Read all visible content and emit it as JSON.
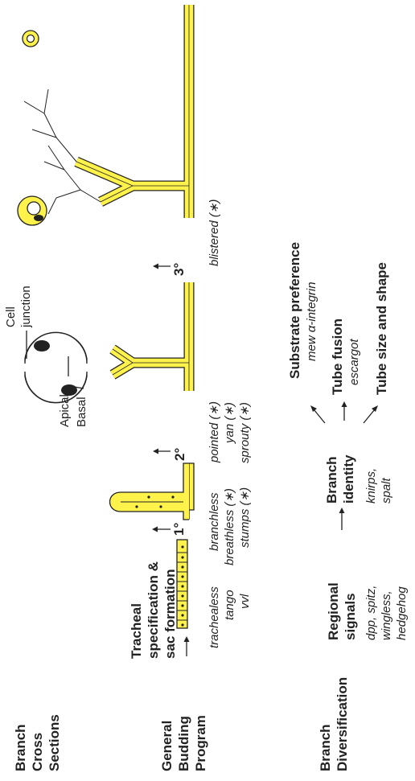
{
  "rows": {
    "cross_sections": [
      "Branch",
      "Cross",
      "Sections"
    ],
    "budding_program": [
      "General",
      "Budding",
      "Program"
    ],
    "diversification": [
      "Branch",
      "Diversification"
    ]
  },
  "cross_section_labels": {
    "apical": "Apical",
    "basal": "Basal",
    "cell_junction": [
      "Cell",
      "junction"
    ]
  },
  "budding": {
    "sac_title": [
      "Tracheal",
      "specification &",
      "sac formation"
    ],
    "sac_genes": [
      "trachealess",
      "tango",
      "vvl"
    ],
    "stage_1": "1°",
    "stage_2": "2°",
    "stage_3": "3°",
    "primary_genes": [
      "branchless",
      "breathless (∗)",
      "stumps (∗)"
    ],
    "secondary_genes": [
      "pointed (∗)",
      "yan (∗)",
      "sprouty (∗)"
    ],
    "tertiary_genes": [
      "blistered (∗)"
    ]
  },
  "diversification": {
    "regional_title": [
      "Regional",
      "signals"
    ],
    "regional_genes": [
      "dpp, spitz,",
      "wingless,",
      "hedgehog"
    ],
    "identity_title": [
      "Branch",
      "identity"
    ],
    "identity_genes": [
      "knirps,",
      "spalt"
    ],
    "substrate_title": "Substrate preference",
    "substrate_gene": "mew α-integrin",
    "fusion_title": "Tube fusion",
    "fusion_gene": "escargot",
    "size_title": "Tube size and shape"
  },
  "colors": {
    "cell_fill": "#fff24a",
    "outline": "#222222"
  }
}
